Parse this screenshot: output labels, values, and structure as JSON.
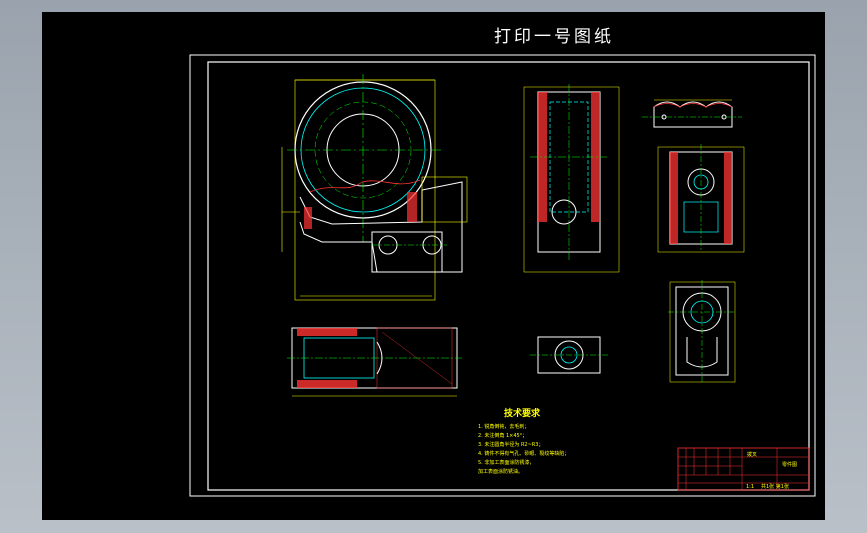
{
  "title": "打印一号图纸",
  "tech_requirements": {
    "heading": "技术要求",
    "lines": [
      "1. 锐角倒钝，去毛刺；",
      "2. 未注倒角 1×45°；",
      "3. 未注圆角半径为 R2~R3；",
      "4. 铸件不得有气孔、砂眼、裂纹等缺陷；",
      "5. 非加工表面涂防锈漆，",
      "   加工表面涂防锈油。"
    ]
  },
  "title_block": {
    "part_name": "拨叉",
    "drawing_no": "零件图",
    "scale_label": "1:1",
    "sheet_label": "共1张 第1张"
  },
  "colors": {
    "background": "#000000",
    "outline": "#ffffff",
    "dimension": "#ffff00",
    "centerline": "#00ff00",
    "hidden": "#00ffff",
    "section": "#ff3333"
  }
}
